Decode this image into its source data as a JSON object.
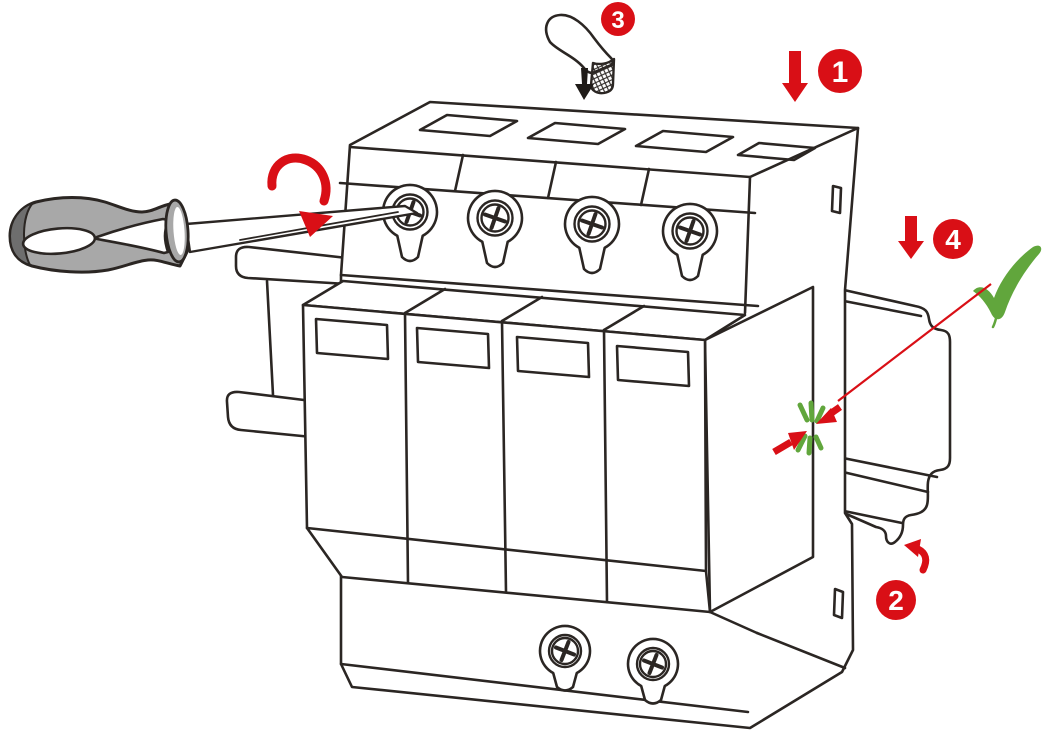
{
  "figure": {
    "type": "installation-instruction-diagram",
    "badges": [
      {
        "label": "1"
      },
      {
        "label": "2"
      },
      {
        "label": "3"
      },
      {
        "label": "4"
      }
    ]
  },
  "colors": {
    "outline": "#2B2623",
    "red": "#D90F16",
    "green": "#61A63C",
    "handle_gray": "#A8A8A8",
    "handle_dark": "#6E6E6E",
    "shaft_gray": "#ECECEC",
    "wire_black": "#1F1B18",
    "background": "#FFFFFF",
    "badge_text": "#FFFFFF"
  },
  "icons": {
    "step1": "press-down-arrow",
    "step2": "rotate-up-arrow",
    "step3": "insert-wire-down-arrow",
    "step4": "press-down-arrow",
    "screw": "clockwise-rotation-arrow",
    "snap": "click-starburst",
    "result": "check-mark"
  },
  "elements": {
    "device": "4-pole-surge-protector",
    "modules": "plug-in-modules",
    "rail": "din-rail",
    "tool": "flat-screwdriver",
    "wire": "stripped-wire"
  }
}
